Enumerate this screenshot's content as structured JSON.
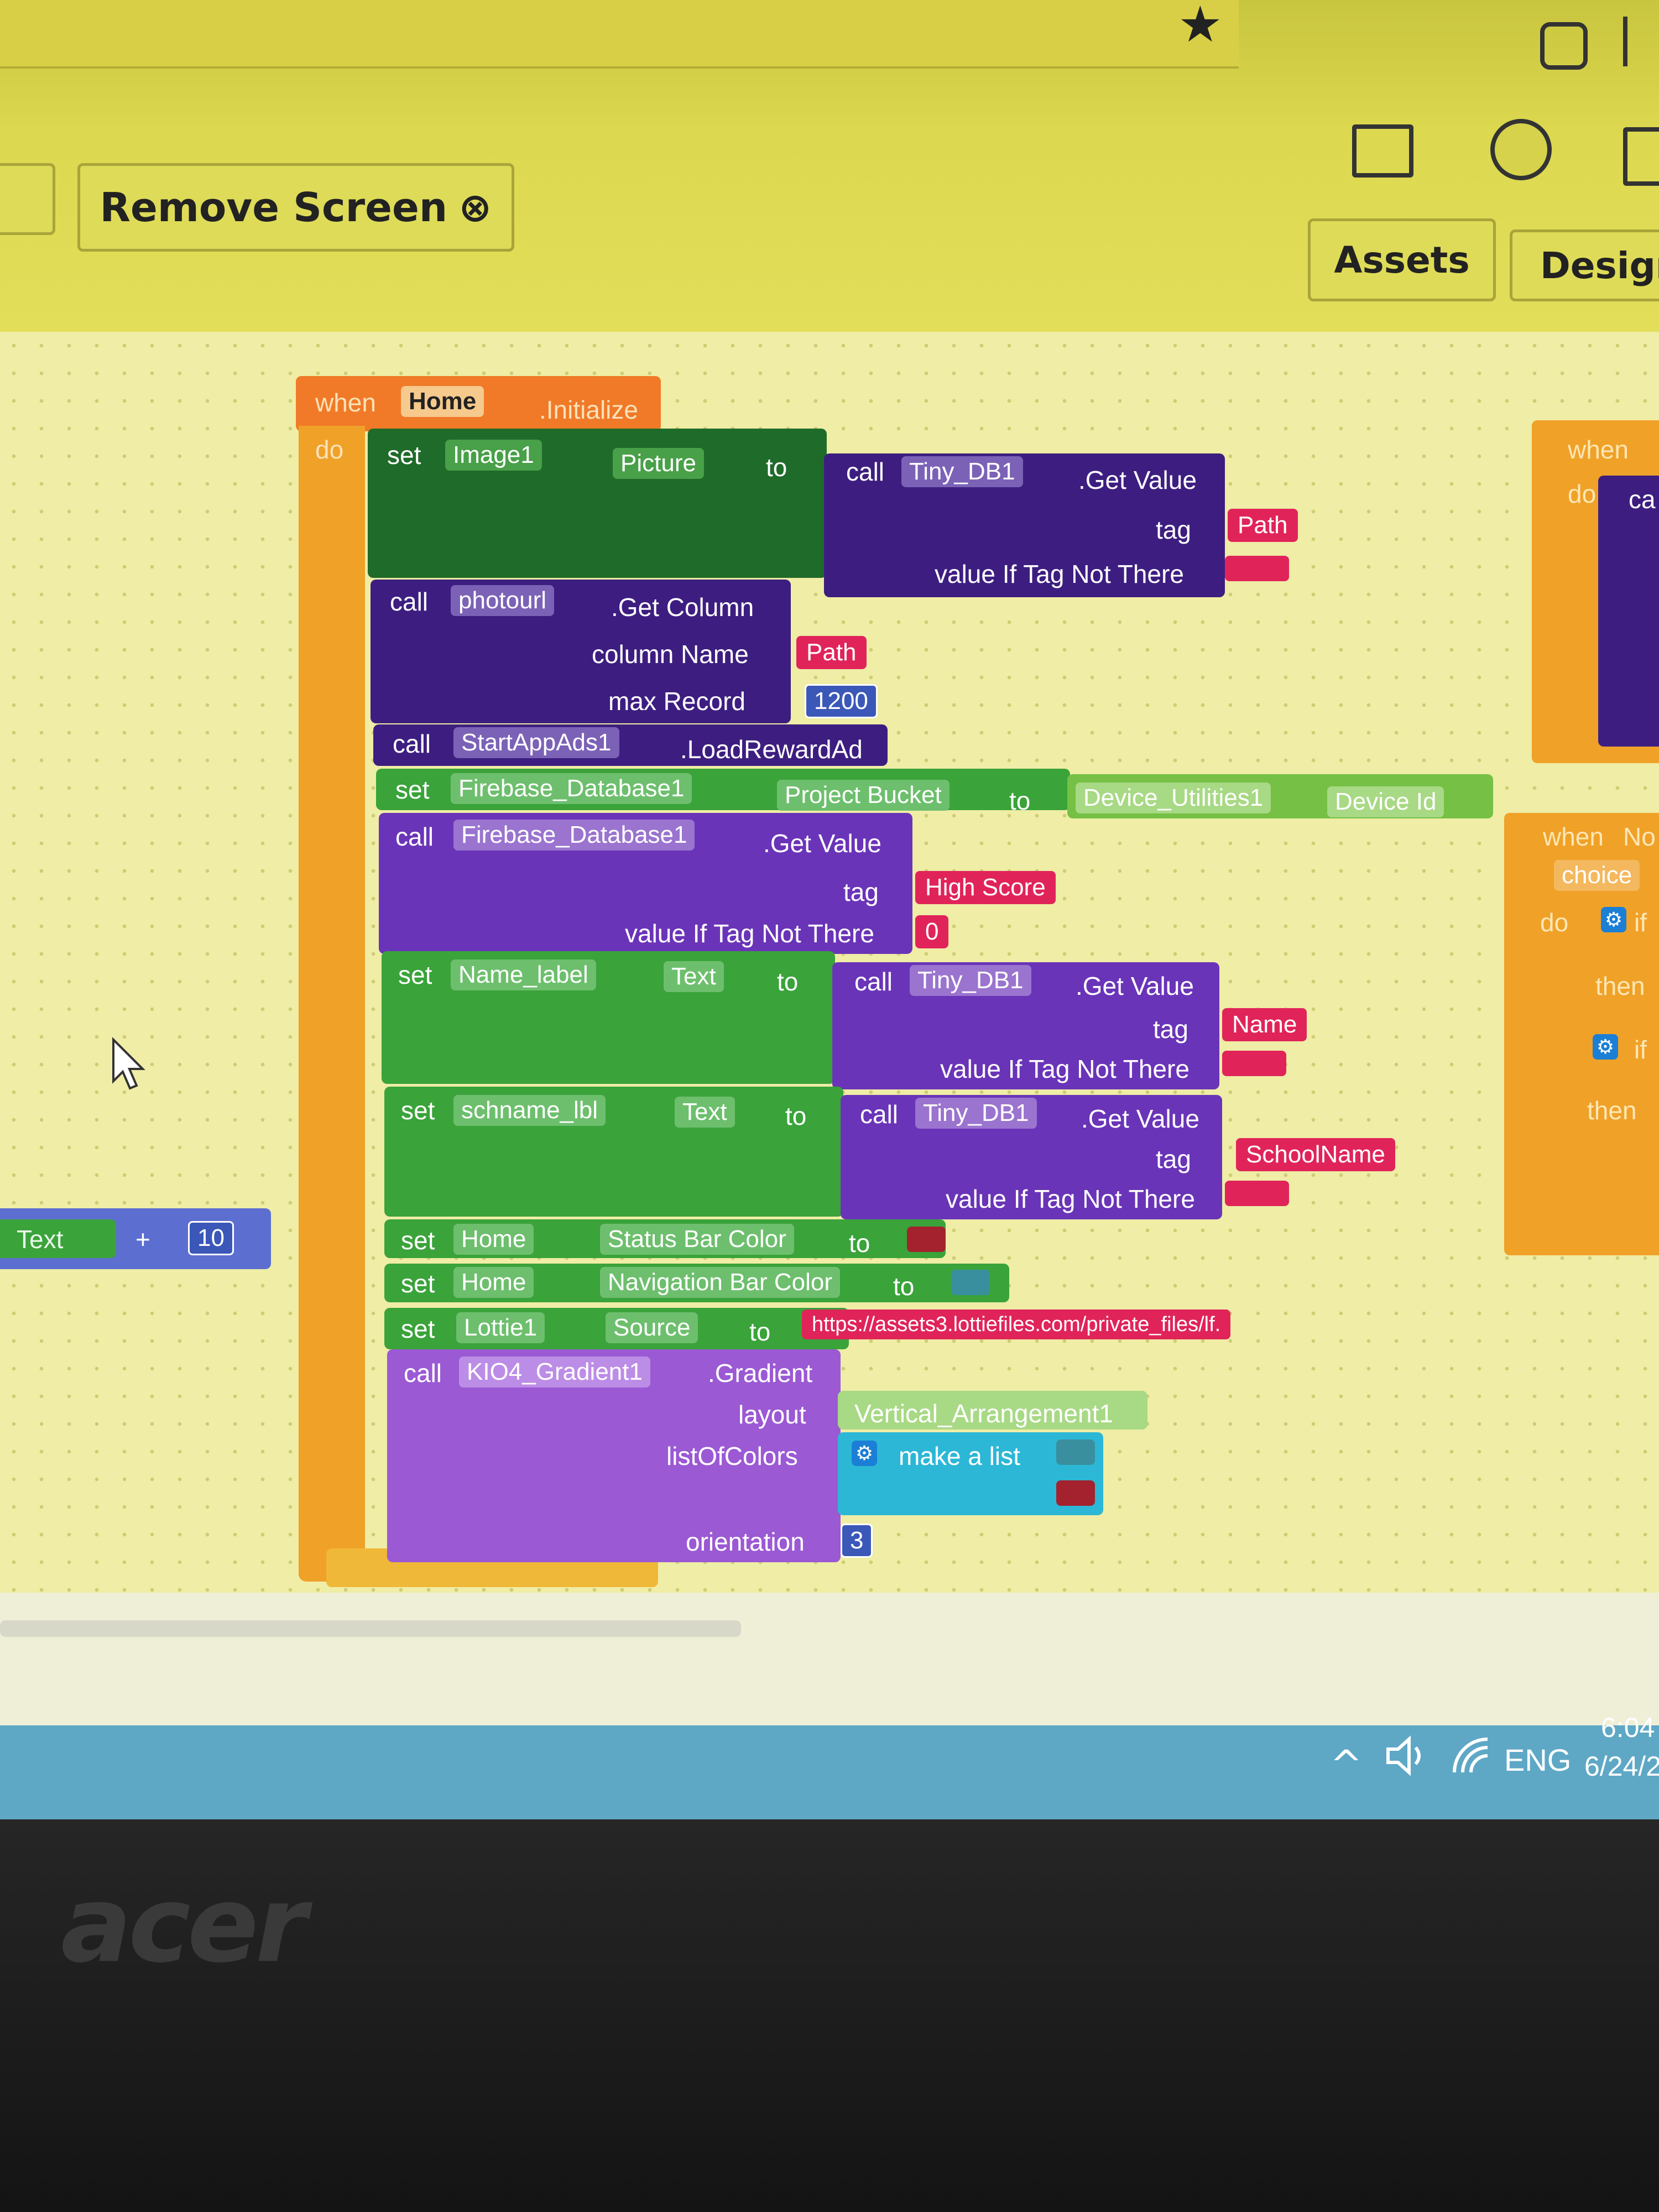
{
  "toolbar": {
    "remove_screen_label": "Remove Screen",
    "remove_icon": "⊗",
    "assets_label": "Assets",
    "designer_label": "Design",
    "star_icon": "★"
  },
  "main_block": {
    "when": "when",
    "do": "do",
    "component": "Home",
    "event": ".Initialize",
    "rows": {
      "r1": {
        "set": "set",
        "comp": "Image1",
        "prop": "Picture",
        "to": "to",
        "call": "call",
        "db": "Tiny_DB1",
        "method": ".Get Value",
        "tag": "tag",
        "tag_val": "Path",
        "vin": "value If Tag Not There"
      },
      "r2": {
        "call": "call",
        "comp": "photourl",
        "method": ".Get Column",
        "colname": "column Name",
        "colval": "Path",
        "maxrec": "max Record",
        "maxval": "1200"
      },
      "r3": {
        "call": "call",
        "comp": "StartAppAds1",
        "method": ".LoadRewardAd"
      },
      "r4": {
        "set": "set",
        "comp": "Firebase_Database1",
        "prop": "Project Bucket",
        "to": "to",
        "util": "Device_Utilities1",
        "utilprop": "Device Id"
      },
      "r5": {
        "call": "call",
        "comp": "Firebase_Database1",
        "method": ".Get Value",
        "tag": "tag",
        "tag_val": "High Score",
        "vin": "value If Tag Not There",
        "vin_val": "0"
      },
      "r6": {
        "set": "set",
        "comp": "Name_label",
        "prop": "Text",
        "to": "to",
        "call": "call",
        "db": "Tiny_DB1",
        "method": ".Get Value",
        "tag": "tag",
        "tag_val": "Name",
        "vin": "value If Tag Not There"
      },
      "r7": {
        "set": "set",
        "comp": "schname_lbl",
        "prop": "Text",
        "to": "to",
        "call": "call",
        "db": "Tiny_DB1",
        "method": ".Get Value",
        "tag": "tag",
        "tag_val": "SchoolName",
        "vin": "value If Tag Not There"
      },
      "r8": {
        "set": "set",
        "comp": "Home",
        "prop": "Status Bar Color",
        "to": "to"
      },
      "r9": {
        "set": "set",
        "comp": "Home",
        "prop": "Navigation Bar Color",
        "to": "to"
      },
      "r10": {
        "set": "set",
        "comp": "Lottie1",
        "prop": "Source",
        "to": "to",
        "url": "https://assets3.lottiefiles.com/private_files/lf."
      },
      "r11": {
        "call": "call",
        "comp": "KIO4_Gradient1",
        "method": ".Gradient",
        "layout": "layout",
        "layout_val": "Vertical_Arrangement1",
        "listofcolors": "listOfColors",
        "makelist": "make a list",
        "orientation": "orientation",
        "orientation_val": "3"
      }
    }
  },
  "side_blocks": {
    "text_block": "Text",
    "plus": "+",
    "ten": "10",
    "right_when1": "when",
    "right_do1": "do",
    "right_ca": "ca",
    "right_when2": "when",
    "right_no": "No",
    "right_choice": "choice",
    "right_do2": "do",
    "right_if": "if",
    "right_then1": "then",
    "right_then2": "then",
    "right_if2": "if"
  },
  "taskbar": {
    "chevron": "^",
    "lang": "ENG",
    "time": "6:04",
    "date": "6/24/2"
  },
  "bezel": {
    "brand": "acer"
  },
  "colors": {
    "event_orange": "#f0a128",
    "dark_green": "#1f6b2a",
    "tinydb_purple": "#3d1e80",
    "purple": "#6a34b8",
    "green": "#3aa33a",
    "lavender": "#9b59d4",
    "text_pink": "#e0245a",
    "math_blue": "#3b58b8",
    "list_cyan": "#2cb7d6",
    "status_red": "#a3222e",
    "nav_teal": "#3a8f9e"
  }
}
